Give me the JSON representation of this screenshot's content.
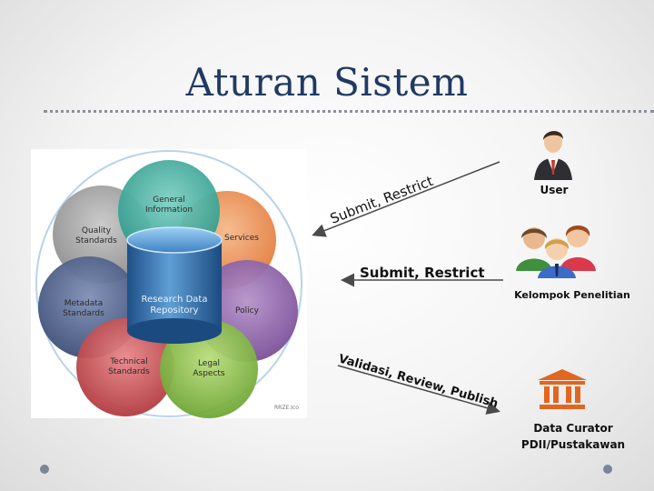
{
  "title": "Aturan Sistem",
  "diagram": {
    "center": "Research Data Repository",
    "petals": {
      "general": "General Information",
      "quality": "Quality Standards",
      "services": "Services",
      "metadata": "Metadata Standards",
      "policy": "Policy",
      "technical": "Technical Standards",
      "legal": "Legal Aspects"
    },
    "credit": "RRZE.Ico"
  },
  "arrows": {
    "top": "Submit, Restrict",
    "middle": "Submit, Restrict",
    "bottom": "Validasi, Review, Publish"
  },
  "actors": {
    "user": "User",
    "group": "Kelompok Penelitian",
    "curator_line1": "Data Curator",
    "curator_line2": "PDII/Pustakawan"
  },
  "icons": [
    "user-icon",
    "group-icon",
    "institution-icon"
  ]
}
